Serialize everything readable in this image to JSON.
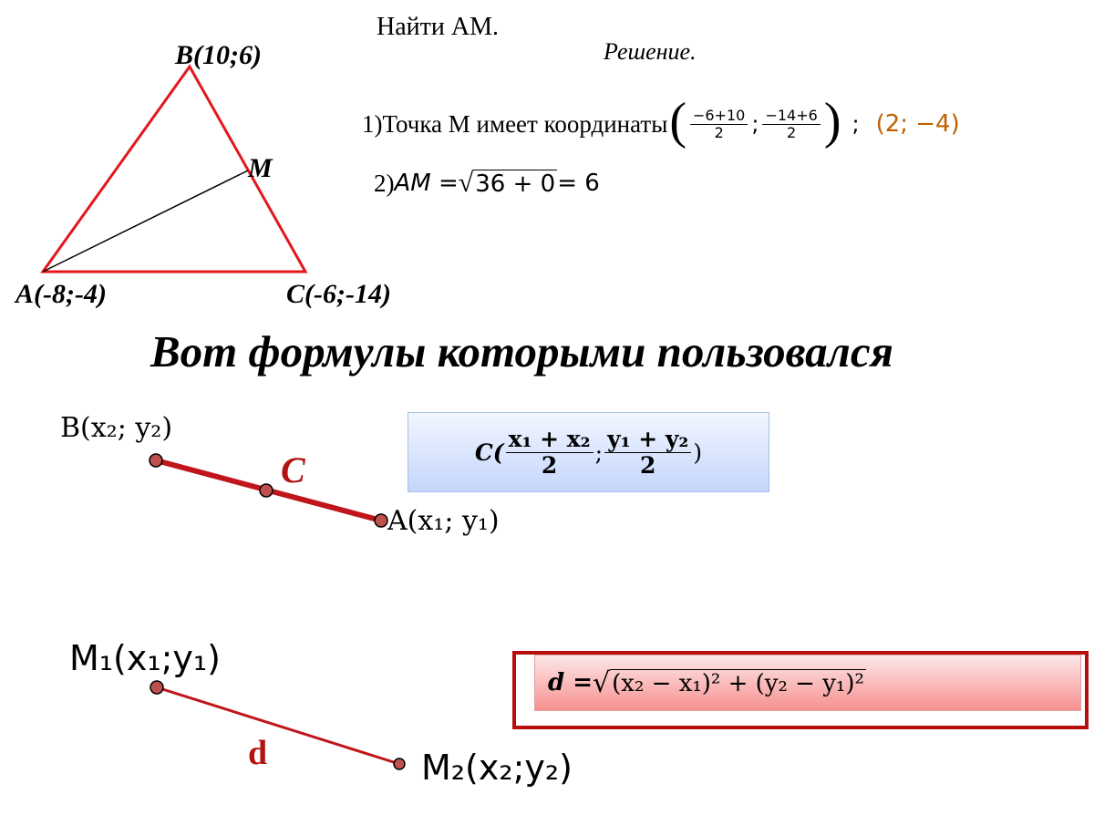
{
  "problem": {
    "task": "Найти АМ.",
    "solution_title": "Решение."
  },
  "triangle": {
    "label_b": "B(10;6)",
    "label_a": "A(-8;-4)",
    "label_c": "C(-6;-14)",
    "label_m": "M",
    "edge_color": "#e3171e"
  },
  "steps": {
    "step1_text": "1)Точка М имеет координаты",
    "step1_num1": "−6+10",
    "step1_den1": "2",
    "step1_sep": ";",
    "step1_num2": "−14+6",
    "step1_den2": "2",
    "step1_after": ";",
    "step1_answer": "(2; −4)",
    "step2_prefix": "2)",
    "step2_lhs": "AM = ",
    "step2_root": "√",
    "step2_radicand": "36 + 0",
    "step2_rhs": " = 6"
  },
  "heading": "Вот формулы которыми пользовался",
  "midpoint": {
    "label_b": "B(x₂; y₂)",
    "label_a": "A(x₁; y₁)",
    "label_c": "C",
    "formula_prefix": "C(",
    "formula_num1": "x₁ + x₂",
    "formula_den1": "2",
    "formula_sep": ";",
    "formula_num2": "y₁ + y₂",
    "formula_den2": "2",
    "formula_suffix": ")",
    "segment_color": "#c0161b",
    "box_color": "#c4d6fb"
  },
  "distance": {
    "label_m1": "M₁(x₁;y₁)",
    "label_m2": "M₂(x₂;y₂)",
    "label_d": "d",
    "formula_lhs": "d  = ",
    "formula_root": "√",
    "formula_radicand": "(x₂ − x₁)² + (y₂ − y₁)²",
    "frame_color": "#b80d0d",
    "box_color": "#f79090"
  }
}
